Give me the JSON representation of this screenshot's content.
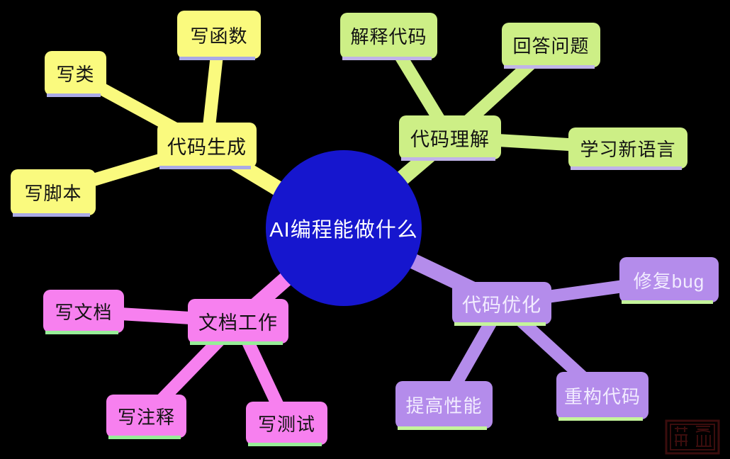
{
  "title": "AI编程能做什么",
  "center": {
    "label": "AI编程能做什么",
    "fill_color": "#1616ce",
    "text_color": "#ffffff"
  },
  "branches": [
    {
      "label": "代码生成",
      "fill_color": "#fafa7e",
      "text_color": "#121212",
      "underline_color": "#aaaae6",
      "position": "top-left",
      "children": [
        "写类",
        "写函数",
        "写脚本"
      ]
    },
    {
      "label": "代码理解",
      "fill_color": "#cdef86",
      "text_color": "#121212",
      "underline_color": "#c0b4e8",
      "position": "top-right",
      "children": [
        "解释代码",
        "回答问题",
        "学习新语言"
      ]
    },
    {
      "label": "文档工作",
      "fill_color": "#f780ef",
      "text_color": "#121212",
      "underline_color": "#98ee98",
      "position": "bottom-left",
      "children": [
        "写文档",
        "写注释",
        "写测试"
      ]
    },
    {
      "label": "代码优化",
      "fill_color": "#b48ceb",
      "text_color": "#f2ecff",
      "underline_color": "#c4f49b",
      "position": "bottom-right",
      "children": [
        "修复bug",
        "提高性能",
        "重构代码"
      ]
    }
  ],
  "background_color": "#000000",
  "watermark": {
    "name": "seal-stamp",
    "color": "#3b0d0d"
  }
}
